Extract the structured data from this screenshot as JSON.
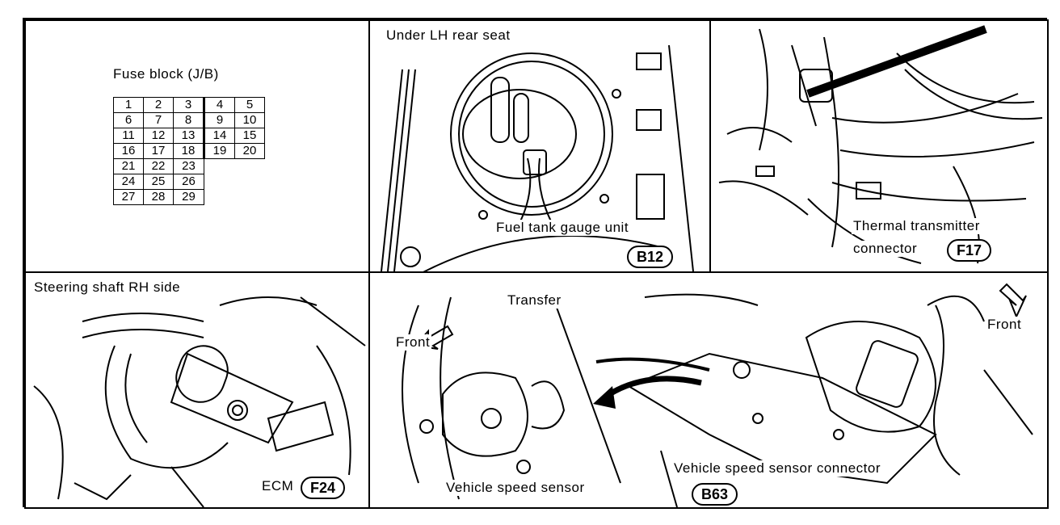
{
  "panels": {
    "fuse_block": {
      "title": "Fuse block (J/B)",
      "rows": [
        [
          "1",
          "2",
          "3",
          "4",
          "5"
        ],
        [
          "6",
          "7",
          "8",
          "9",
          "10"
        ],
        [
          "11",
          "12",
          "13",
          "14",
          "15"
        ],
        [
          "16",
          "17",
          "18",
          "19",
          "20"
        ],
        [
          "21",
          "22",
          "23"
        ],
        [
          "24",
          "25",
          "26"
        ],
        [
          "27",
          "28",
          "29"
        ]
      ]
    },
    "fuel_tank": {
      "location": "Under LH rear seat",
      "label": "Fuel tank gauge unit",
      "connector": "B12"
    },
    "thermal": {
      "label_line1": "Thermal transmitter",
      "label_line2": "connector",
      "connector": "F17"
    },
    "ecm": {
      "location": "Steering shaft RH side",
      "label": "ECM",
      "connector": "F24"
    },
    "speed_sensor": {
      "front_left": "Front",
      "transfer": "Transfer",
      "sensor": "Vehicle speed sensor",
      "sensor_connector": "Vehicle speed sensor connector",
      "front_right": "Front",
      "connector": "B63"
    }
  }
}
